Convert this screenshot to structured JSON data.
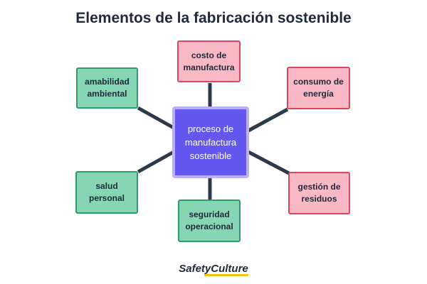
{
  "title": "Elementos de la fabricación sostenible",
  "center": "proceso de\nmanufactura\nsostenible",
  "nodes": {
    "costo": "costo de\nmanufactura",
    "consumo": "consumo de\nenergía",
    "gestion": "gestión de\nresiduos",
    "seguridad": "seguridad\noperacional",
    "salud": "salud\npersonal",
    "amabilidad": "amabilidad\nambiental"
  },
  "colors": {
    "center_fill": "#6457f0",
    "green_fill": "#86d6b3",
    "pink_fill": "#f8b8c4",
    "connector": "#2b3a4a"
  },
  "logo": "SafetyCulture"
}
